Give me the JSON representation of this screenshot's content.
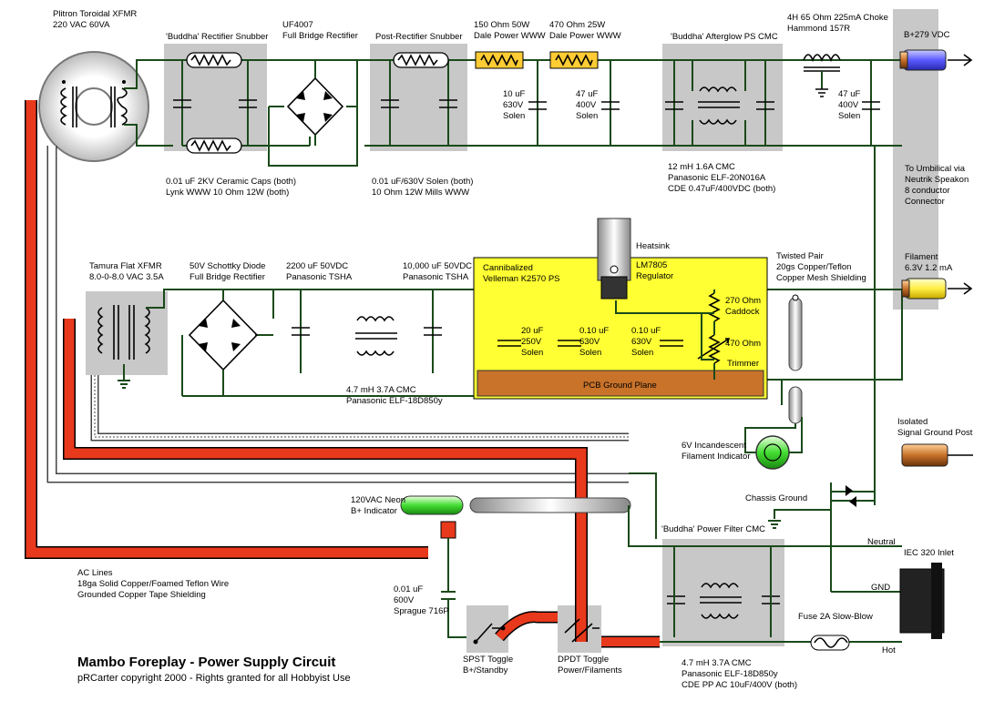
{
  "title": "Mambo Foreplay - Power Supply Circuit",
  "subtitle": "pRCarter copyright 2000 - Rights granted for all Hobbyist Use",
  "colors": {
    "wire": "#1a4a1a",
    "redCable": "#e8391c",
    "box": "#c8c8c8",
    "pcb": "#ffff33",
    "ground": "#c8722a",
    "led": "#44dd33"
  },
  "labels": {
    "xfmr1": [
      "Plitron Toroidal XFMR",
      "220 VAC 60VA"
    ],
    "snub1": [
      "'Buddha' Rectifier Snubber"
    ],
    "bridge1": [
      "UF4007",
      "Full Bridge Rectifier"
    ],
    "snub2": [
      "Post-Rectifier Snubber"
    ],
    "r150": [
      "150 Ohm 50W",
      "Dale Power WWW"
    ],
    "r470": [
      "470 Ohm 25W",
      "Dale Power WWW"
    ],
    "cmc1": [
      "'Buddha' Afterglow PS CMC"
    ],
    "choke": [
      "4H 65 Ohm 225mA Choke",
      "Hammond 157R"
    ],
    "bplus": [
      "B+279 VDC"
    ],
    "c10u": [
      "10 uF",
      "630V",
      "Solen"
    ],
    "c47a": [
      "47 uF",
      "400V",
      "Solen"
    ],
    "c47b": [
      "47 uF",
      "400V",
      "Solen"
    ],
    "snub1note": [
      "0.01 uF 2KV Ceramic Caps (both)",
      "Lynk WWW 10 Ohm 12W (both)"
    ],
    "snub2note": [
      "0.01 uF/630V Solen (both)",
      "10 Ohm 12W Mills WWW"
    ],
    "cmc1note": [
      "12 mH 1.6A CMC",
      "Panasonic ELF-20N016A",
      "CDE 0.47uF/400VDC (both)"
    ],
    "umbilical": [
      "To Umbilical via",
      "Neutrik Speakon",
      "8 conductor",
      "Connector"
    ],
    "heatsink": [
      "Heatsink"
    ],
    "xfmr2": [
      "Tamura Flat XFMR",
      "8.0-0-8.0 VAC 3.5A"
    ],
    "bridge2": [
      "50V Schottky Diode",
      "Full Bridge Rectifier"
    ],
    "c2200": [
      "2200 uF 50VDC",
      "Panasonic TSHA"
    ],
    "c10000": [
      "10,000 uF 50VDC",
      "Panasonic TSHA"
    ],
    "pcbname": [
      "Cannibalized",
      "Velleman K2570 PS"
    ],
    "reg": [
      "LM7805",
      "Regulator"
    ],
    "twisted": [
      "Twisted Pair",
      "20gs Copper/Teflon",
      "Copper Mesh Shielding"
    ],
    "filament": [
      "Filament",
      "6.3V 1.2 mA"
    ],
    "c20u": [
      "20 uF",
      "250V",
      "Solen"
    ],
    "c010a": [
      "0.10 uF",
      "630V",
      "Solen"
    ],
    "c010b": [
      "0.10 uF",
      "630V",
      "Solen"
    ],
    "r270": [
      "270 Ohm",
      "Caddock"
    ],
    "r470t": [
      "470 Ohm"
    ],
    "trimmer": [
      "Trimmer"
    ],
    "pcbground": [
      "PCB Ground Plane"
    ],
    "cmc2": [
      "4.7 mH  3.7A CMC",
      "Panasonic ELF-18D850y"
    ],
    "isolated": [
      "Isolated",
      "Signal Ground Post"
    ],
    "bulb": [
      "6V Incandescent",
      "Filament Indicator"
    ],
    "chassis": [
      "Chassis Ground"
    ],
    "neon": [
      "120VAC Neon",
      "B+ Indicator"
    ],
    "cmc3": [
      "'Buddha' Power Filter CMC"
    ],
    "neutral": [
      "Neutral"
    ],
    "iec": [
      "IEC 320 Inlet"
    ],
    "gnd": [
      "GND"
    ],
    "hot": [
      "Hot"
    ],
    "fuse": [
      "Fuse 2A Slow-Blow"
    ],
    "aclines": [
      "AC Lines",
      "18ga Solid Copper/Foamed Teflon Wire",
      "Grounded Copper Tape Shielding"
    ],
    "c001": [
      "0.01 uF",
      "600V",
      "Sprague 716P"
    ],
    "spst": [
      "SPST Toggle",
      "B+/Standby"
    ],
    "dpdt": [
      "DPDT Toggle",
      "Power/Filaments"
    ],
    "cmc3note": [
      "4.7 mH  3.7A CMC",
      "Panasonic ELF-18D850y",
      "CDE PP AC 10uF/400V (both)"
    ]
  }
}
